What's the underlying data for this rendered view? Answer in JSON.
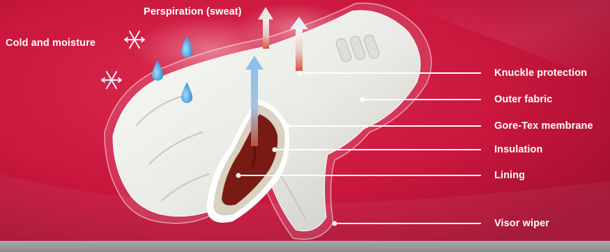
{
  "colors": {
    "background": "#c8163c",
    "background_dark": "#9d0e2c",
    "glove": "#ededea",
    "lining": "#7a1a14",
    "insulation": "#d9d1c2",
    "arrow_blue": "#7fb5e0",
    "arrow_red": "#c85a4a",
    "droplet": "#4aa6e0",
    "label_text": "#ffffff",
    "bottom_band": "#9a9a9c"
  },
  "top_labels": {
    "perspiration": "Perspiration (sweat)",
    "cold_moisture": "Cold and moisture"
  },
  "callouts": [
    {
      "id": "knuckle",
      "text": "Knuckle protection"
    },
    {
      "id": "outer",
      "text": "Outer fabric"
    },
    {
      "id": "goretex",
      "text": "Gore-Tex membrane"
    },
    {
      "id": "insulation",
      "text": "Insulation"
    },
    {
      "id": "lining",
      "text": "Lining"
    },
    {
      "id": "visor",
      "text": "Visor wiper"
    }
  ],
  "icons": {
    "snowflake": "snowflake-icon",
    "droplet": "water-droplet-icon",
    "arrow": "arrow-up-icon"
  }
}
